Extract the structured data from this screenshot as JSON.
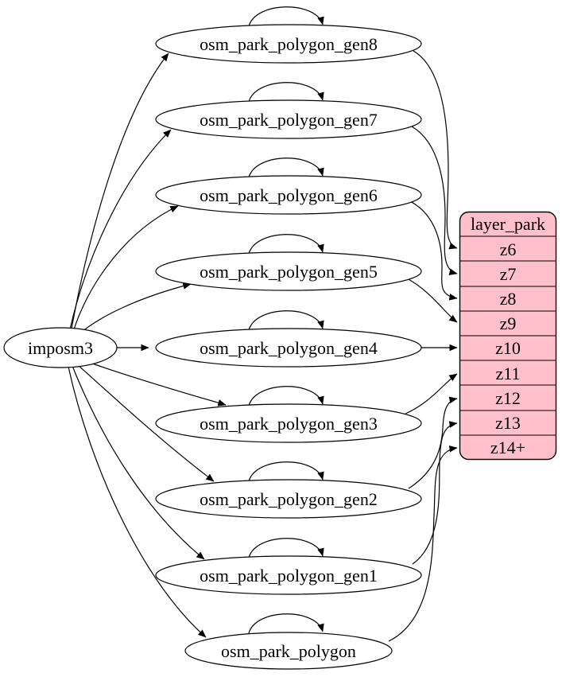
{
  "graph": {
    "colors": {
      "record_fill": "#ffc0cb",
      "node_fill": "#ffffff",
      "stroke": "#000000"
    },
    "input_node": {
      "label": "imposm3"
    },
    "table_nodes": [
      {
        "label": "osm_park_polygon_gen8",
        "target_zoom": "z6"
      },
      {
        "label": "osm_park_polygon_gen7",
        "target_zoom": "z7"
      },
      {
        "label": "osm_park_polygon_gen6",
        "target_zoom": "z8"
      },
      {
        "label": "osm_park_polygon_gen5",
        "target_zoom": "z9"
      },
      {
        "label": "osm_park_polygon_gen4",
        "target_zoom": "z10"
      },
      {
        "label": "osm_park_polygon_gen3",
        "target_zoom": "z11"
      },
      {
        "label": "osm_park_polygon_gen2",
        "target_zoom": "z12"
      },
      {
        "label": "osm_park_polygon_gen1",
        "target_zoom": "z13"
      },
      {
        "label": "osm_park_polygon",
        "target_zoom": "z14+"
      }
    ],
    "layer_record": {
      "title": "layer_park",
      "rows": [
        "z6",
        "z7",
        "z8",
        "z9",
        "z10",
        "z11",
        "z12",
        "z13",
        "z14+"
      ]
    },
    "edges": [
      [
        "imposm3",
        "osm_park_polygon_gen8"
      ],
      [
        "imposm3",
        "osm_park_polygon_gen7"
      ],
      [
        "imposm3",
        "osm_park_polygon_gen6"
      ],
      [
        "imposm3",
        "osm_park_polygon_gen5"
      ],
      [
        "imposm3",
        "osm_park_polygon_gen4"
      ],
      [
        "imposm3",
        "osm_park_polygon_gen3"
      ],
      [
        "imposm3",
        "osm_park_polygon_gen2"
      ],
      [
        "imposm3",
        "osm_park_polygon_gen1"
      ],
      [
        "imposm3",
        "osm_park_polygon"
      ],
      [
        "osm_park_polygon_gen8",
        "osm_park_polygon_gen8"
      ],
      [
        "osm_park_polygon_gen7",
        "osm_park_polygon_gen7"
      ],
      [
        "osm_park_polygon_gen6",
        "osm_park_polygon_gen6"
      ],
      [
        "osm_park_polygon_gen5",
        "osm_park_polygon_gen5"
      ],
      [
        "osm_park_polygon_gen4",
        "osm_park_polygon_gen4"
      ],
      [
        "osm_park_polygon_gen3",
        "osm_park_polygon_gen3"
      ],
      [
        "osm_park_polygon_gen2",
        "osm_park_polygon_gen2"
      ],
      [
        "osm_park_polygon_gen1",
        "osm_park_polygon_gen1"
      ],
      [
        "osm_park_polygon",
        "osm_park_polygon"
      ],
      [
        "osm_park_polygon_gen8",
        "layer_park:z6"
      ],
      [
        "osm_park_polygon_gen7",
        "layer_park:z7"
      ],
      [
        "osm_park_polygon_gen6",
        "layer_park:z8"
      ],
      [
        "osm_park_polygon_gen5",
        "layer_park:z9"
      ],
      [
        "osm_park_polygon_gen4",
        "layer_park:z10"
      ],
      [
        "osm_park_polygon_gen3",
        "layer_park:z11"
      ],
      [
        "osm_park_polygon_gen2",
        "layer_park:z12"
      ],
      [
        "osm_park_polygon_gen1",
        "layer_park:z13"
      ],
      [
        "osm_park_polygon",
        "layer_park:z14+"
      ]
    ]
  }
}
